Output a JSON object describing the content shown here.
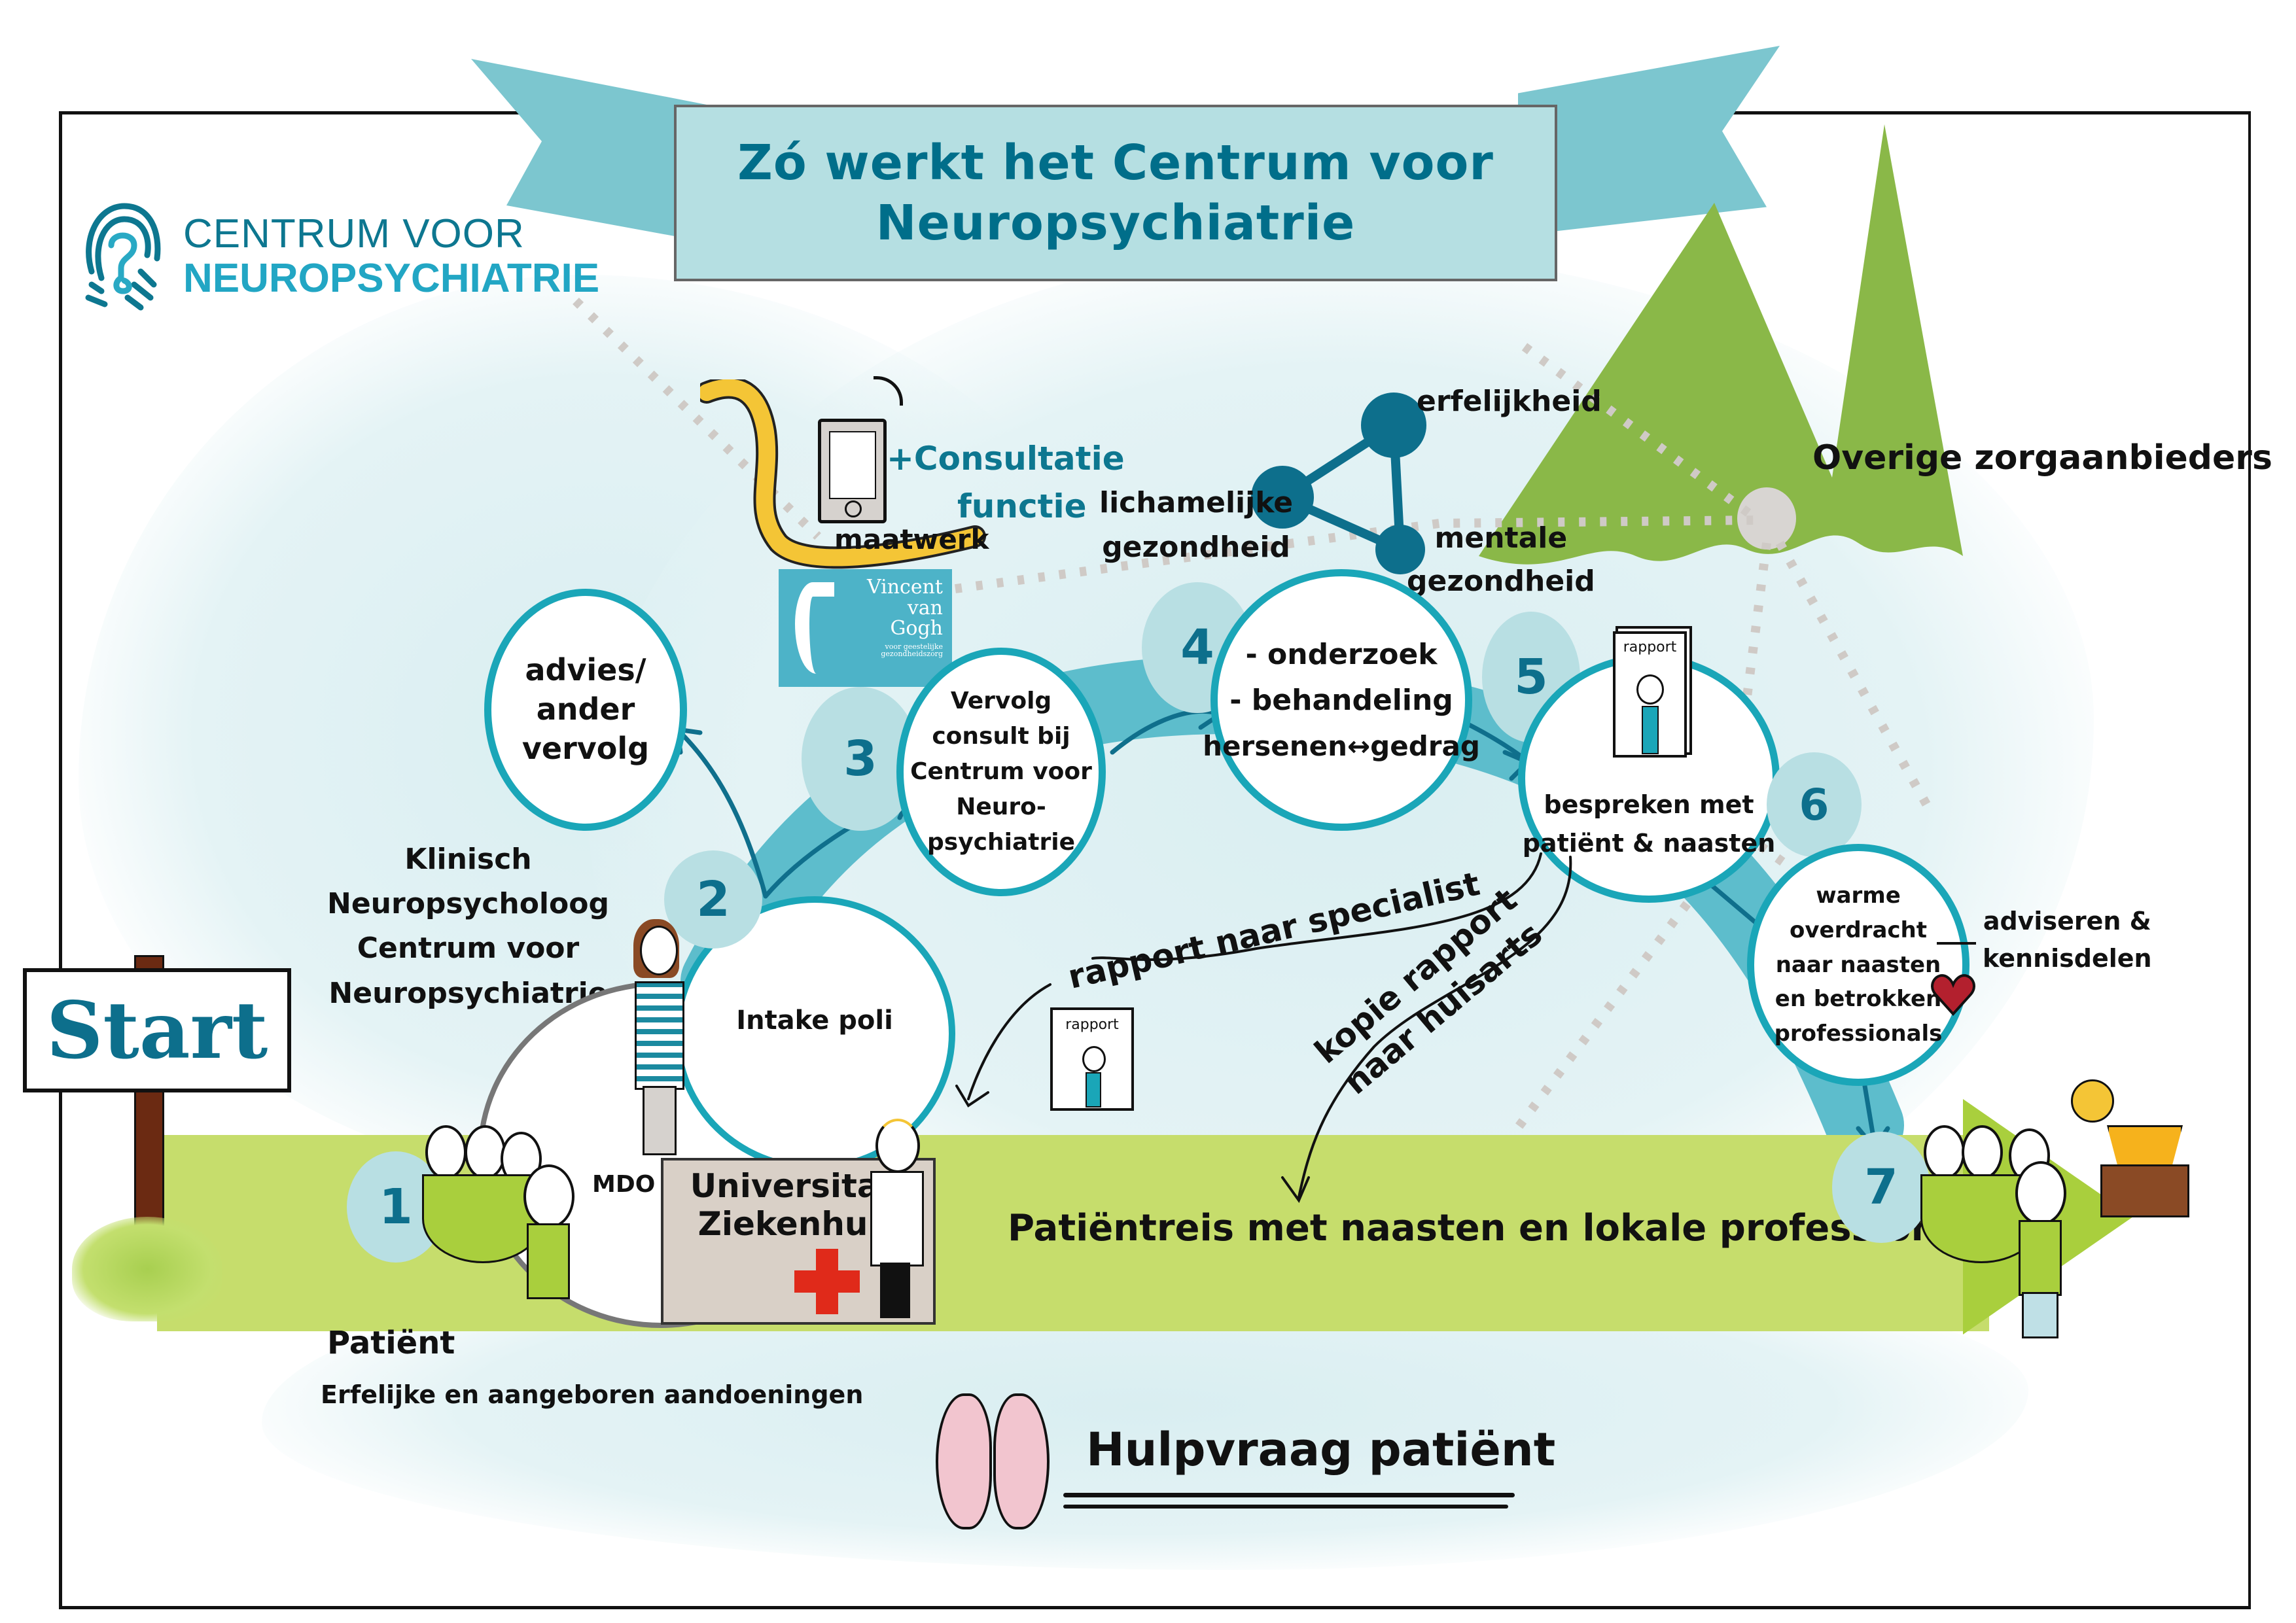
{
  "title": {
    "line1": "Zó werkt het Centrum voor",
    "line2": "Neuropsychiatrie"
  },
  "logo": {
    "icon": "fingerprint-question-icon",
    "line1": "CENTRUM VOOR",
    "line2": "NEUROPSYCHIATRIE"
  },
  "colors": {
    "brand_teal": "#0d7790",
    "circle_border": "#1aa6b8",
    "bubble_fill": "#b8dfe3",
    "path_band": "#5dbdcc",
    "green_road": "#c6dd6c",
    "mountain_green": "#8ab848",
    "heart_red": "#b3202e",
    "cross_red": "#e02a1a"
  },
  "start_sign": {
    "label": "Start"
  },
  "consultatie": {
    "label": "+Consultatie functie",
    "line1": "+Consultatie",
    "line2": "functie",
    "maatwerk": "maatwerk"
  },
  "vincent_van_gogh": {
    "line1": "Vincent",
    "line2": "van",
    "line3": "Gogh",
    "sub1": "voor geestelijke",
    "sub2": "gezondheidszorg"
  },
  "network": {
    "erfelijkheid": "erfelijkheid",
    "lichamelijke": "lichamelijke",
    "lichamelijke2": "gezondheid",
    "mentale": "mentale",
    "mentale2": "gezondheid"
  },
  "mountain": {
    "label": "Overige zorgaanbieders"
  },
  "steps": [
    {
      "number": "1"
    },
    {
      "number": "2",
      "label": "Intake poli"
    },
    {
      "number": "3",
      "lines": [
        "Vervolg",
        "consult bij",
        "Centrum voor",
        "Neuro-",
        "psychiatrie"
      ]
    },
    {
      "number": "4",
      "lines": [
        "- onderzoek",
        "- behandeling",
        "hersenen↔gedrag"
      ]
    },
    {
      "number": "5",
      "lines": [
        "bespreken met",
        "patiënt & naasten"
      ],
      "doc_label": "rapport"
    },
    {
      "number": "6",
      "lines": [
        "warme",
        "overdracht",
        "naar naasten",
        "en betrokken",
        "professionals"
      ]
    },
    {
      "number": "7"
    }
  ],
  "advies_circle": {
    "lines": [
      "advies/",
      "ander",
      "vervolg"
    ]
  },
  "neuropsycholoog": {
    "lines": [
      "Klinisch",
      "Neuropsycholoog",
      "Centrum voor",
      "Neuropsychiatrie"
    ]
  },
  "adviseren": {
    "line1": "adviseren &",
    "line2": "kennisdelen"
  },
  "reports": {
    "specialist": "rapport naar specialist",
    "huisarts1": "kopie rapport",
    "huisarts2": "naar huisarts",
    "doc_label": "rapport"
  },
  "mdo": "MDO",
  "hospital": {
    "line1": "Universitair",
    "line2": "Ziekenhuis"
  },
  "patient": {
    "label": "Patiënt",
    "conditions": "Erfelijke en aangeboren aandoeningen"
  },
  "journey": "Patiëntreis met naasten en lokale professionals",
  "hulpvraag": "Hulpvraag patiënt"
}
